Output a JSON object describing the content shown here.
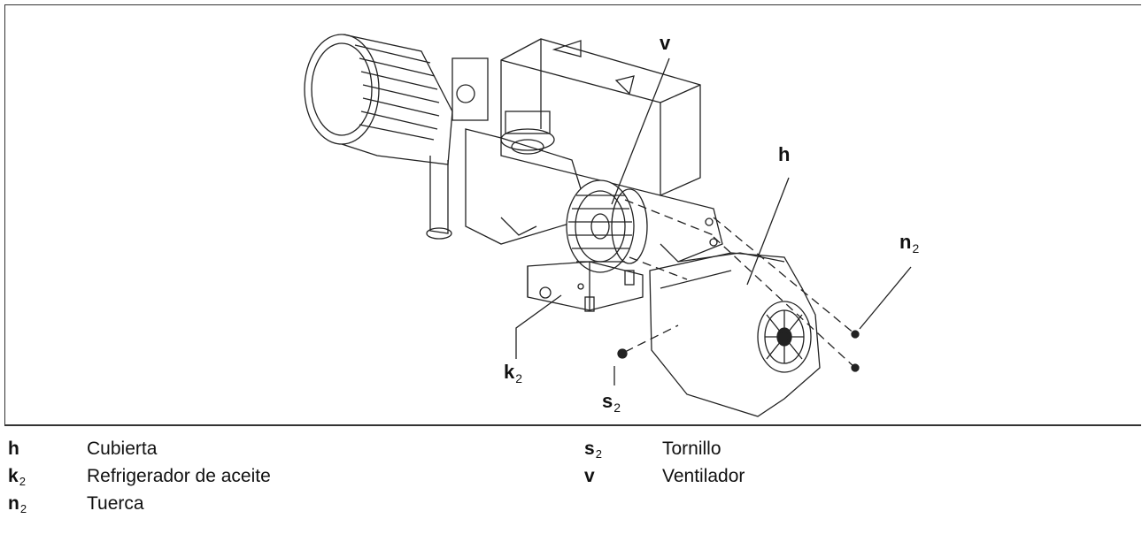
{
  "figure": {
    "labels": {
      "v": {
        "key": "v",
        "sub": ""
      },
      "h": {
        "key": "h",
        "sub": ""
      },
      "n2": {
        "key": "n",
        "sub": "2"
      },
      "k2": {
        "key": "k",
        "sub": "2"
      },
      "s2": {
        "key": "s",
        "sub": "2"
      }
    }
  },
  "legend": {
    "items": [
      {
        "key": "h",
        "sub": "",
        "text": "Cubierta"
      },
      {
        "key": "k",
        "sub": "2",
        "text": "Refrigerador de aceite"
      },
      {
        "key": "n",
        "sub": "2",
        "text": "Tuerca"
      },
      {
        "key": "s",
        "sub": "2",
        "text": "Tornillo"
      },
      {
        "key": "v",
        "sub": "",
        "text": "Ventilador"
      }
    ]
  }
}
